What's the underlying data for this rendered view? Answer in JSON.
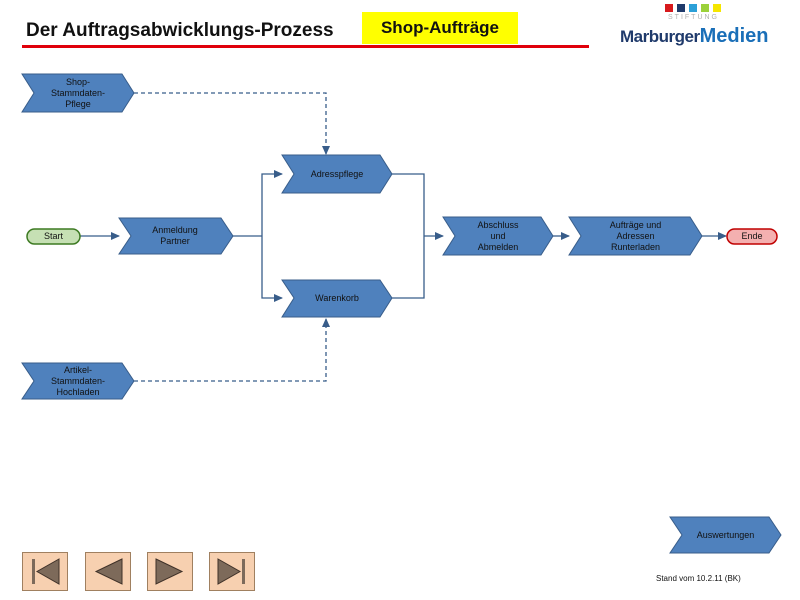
{
  "header": {
    "title": "Der Auftragsabwicklungs-Prozess",
    "badge": "Shop-Aufträge"
  },
  "logo": {
    "stiftung": "STIFTUNG",
    "word1": "Marburger",
    "word2": "Medien",
    "square_colors": [
      "#d7191c",
      "#1f3a6b",
      "#2ca0d8",
      "#9bd13a",
      "#f5e600"
    ]
  },
  "colors": {
    "process_fill": "#4f81bd",
    "process_stroke": "#385d8a",
    "start_fill": "#c6e0b4",
    "start_stroke": "#3d7a22",
    "end_fill": "#f4b0b0",
    "end_stroke": "#c00000",
    "red_line": "#e0000a",
    "badge_bg": "#ffff00"
  },
  "nodes": {
    "shop_stammdaten": "Shop-\nStammdaten-\nPflege",
    "artikel_stammdaten": "Artikel-\nStammdaten-\nHochladen",
    "start": "Start",
    "anmeldung": "Anmeldung\nPartner",
    "adresspflege": "Adresspflege",
    "warenkorb": "Warenkorb",
    "abschluss": "Abschluss\nund\nAbmelden",
    "auftraege": "Aufträge und\nAdressen\nRunterladen",
    "ende": "Ende",
    "auswertungen": "Auswertungen"
  },
  "navigation": [
    "first",
    "previous",
    "next",
    "last"
  ],
  "footer": {
    "stand": "Stand vom 10.2.11 (BK)"
  }
}
